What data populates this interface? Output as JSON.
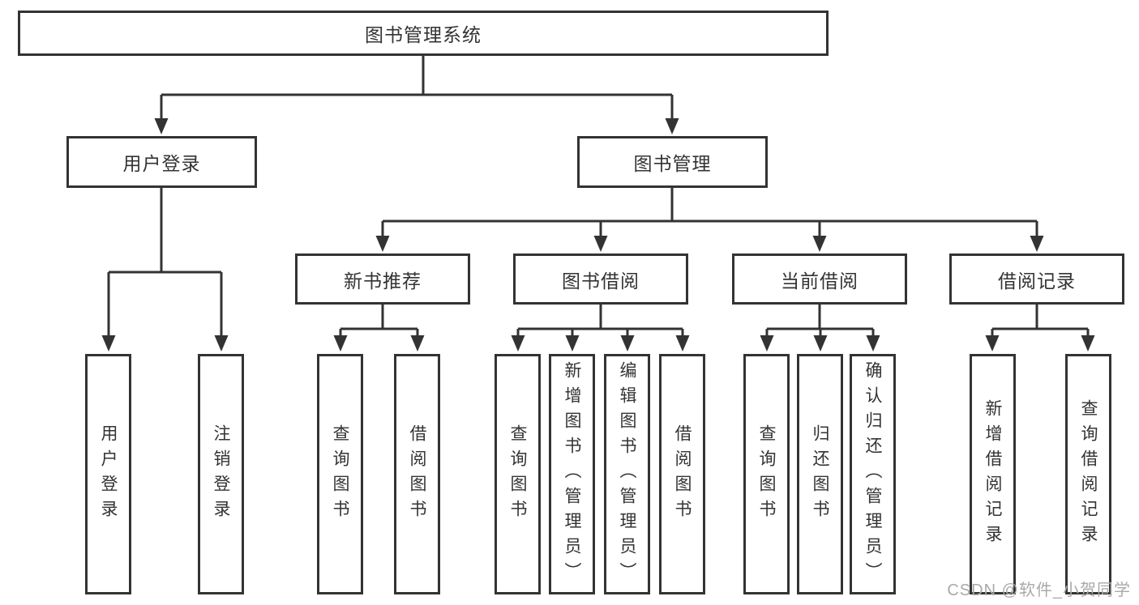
{
  "tree": {
    "root": {
      "label": "图书管理系统"
    },
    "branches": [
      {
        "label": "用户登录",
        "children": [
          "用户登录",
          "注销登录"
        ]
      },
      {
        "label": "图书管理",
        "children": [
          {
            "label": "新书推荐",
            "children": [
              "查询图书",
              "借阅图书"
            ]
          },
          {
            "label": "图书借阅",
            "children": [
              "查询图书",
              "新增图书（管理员）",
              "编辑图书（管理员）",
              "借阅图书"
            ]
          },
          {
            "label": "当前借阅",
            "children": [
              "查询图书",
              "归还图书",
              "确认归还（管理员）"
            ]
          },
          {
            "label": "借阅记录",
            "children": [
              "新增借阅记录",
              "查询借阅记录"
            ]
          }
        ]
      }
    ]
  },
  "watermark": "CSDN @软件_小贺同学",
  "colors": {
    "line": "#333333",
    "box_border": "#333333",
    "text": "#333333",
    "watermark": "#a9a9a9",
    "background": "#ffffff"
  }
}
